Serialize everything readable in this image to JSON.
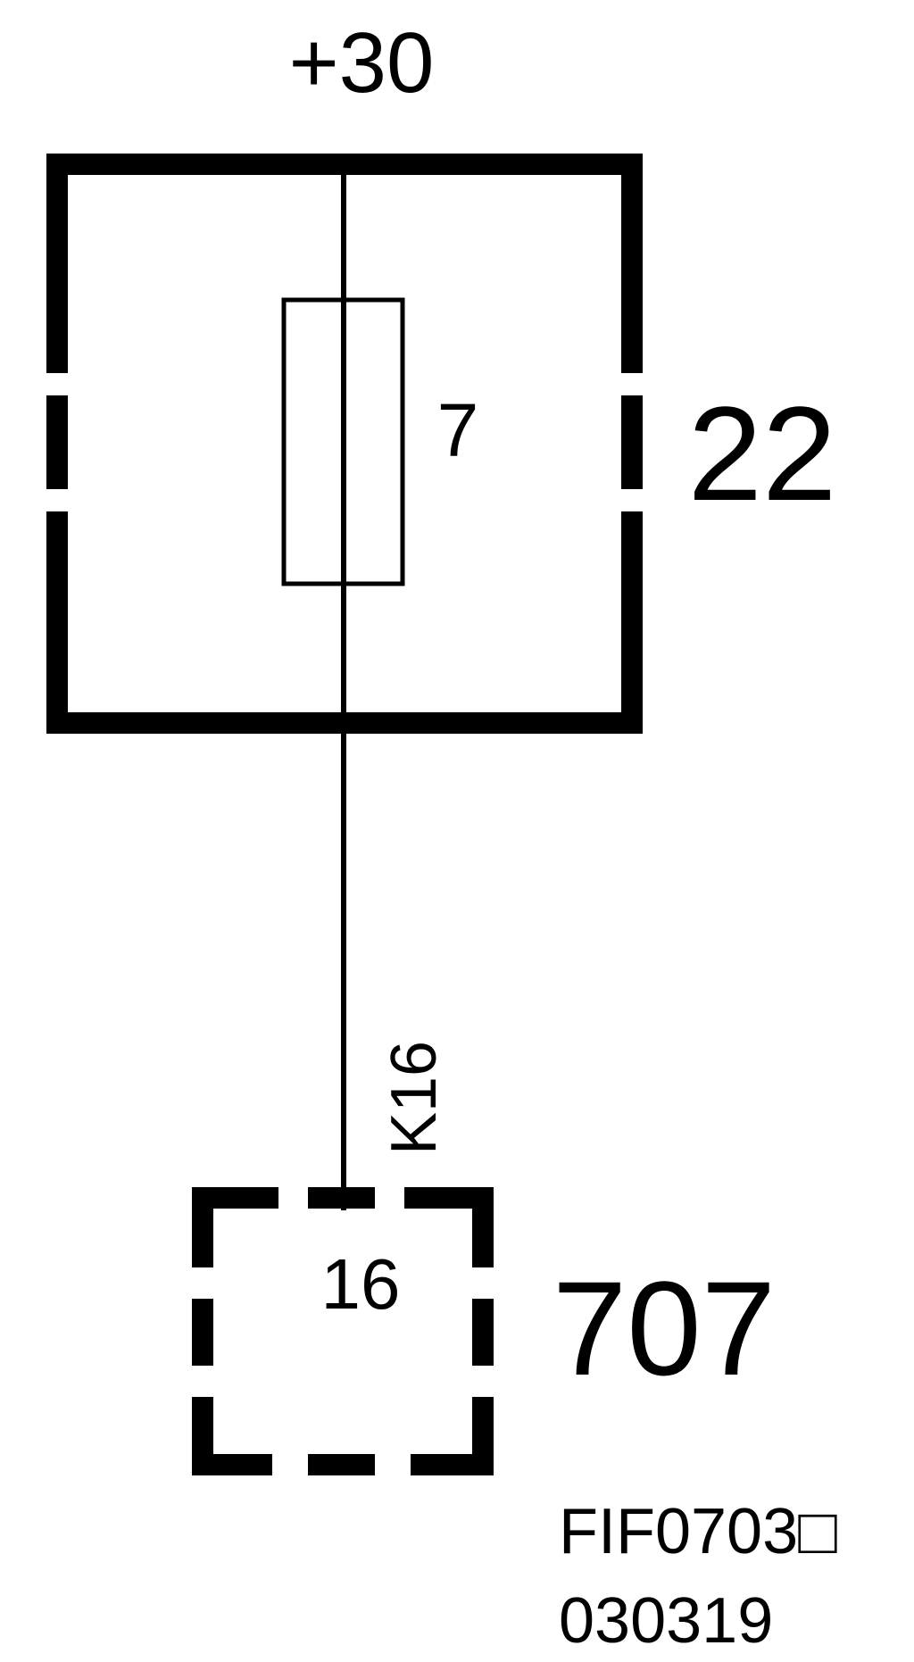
{
  "supply": {
    "label": "+30"
  },
  "fuse_box": {
    "number": "22"
  },
  "fuse": {
    "number": "7"
  },
  "wire": {
    "label": "K16"
  },
  "connector": {
    "number": "707",
    "pin": "16"
  },
  "figure_code": {
    "line1": "FIF0703□",
    "line2": "030319"
  },
  "colors": {
    "ink": "#000000",
    "background": "#ffffff"
  }
}
